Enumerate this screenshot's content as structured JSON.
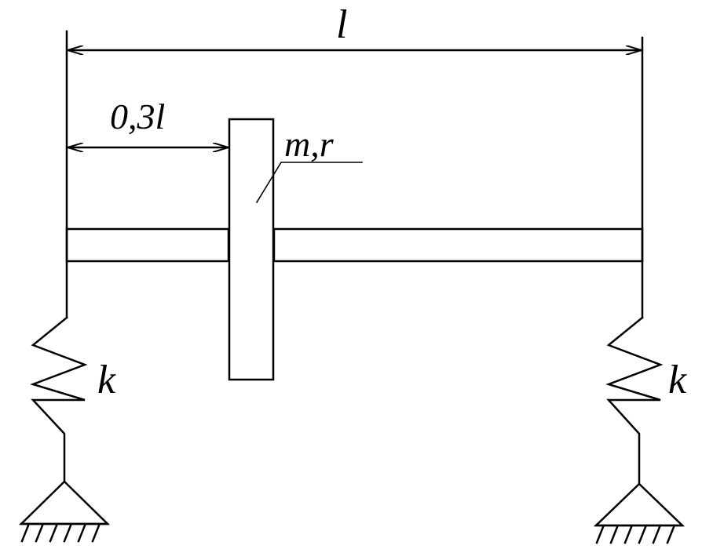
{
  "labels": {
    "total_length": "l",
    "offset_length": "0,3l",
    "disk": "m,r",
    "spring_left": "k",
    "spring_right": "k"
  },
  "colors": {
    "stroke": "#000000",
    "background": "#ffffff"
  }
}
